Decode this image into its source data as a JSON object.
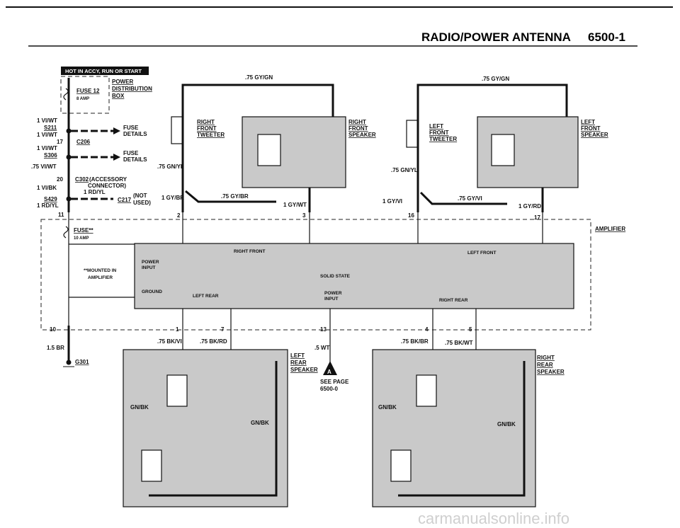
{
  "header": {
    "title": "RADIO/POWER ANTENNA",
    "page": "6500-1"
  },
  "hot_banner": "HOT IN ACCY, RUN OR START",
  "fuse_box": {
    "label1": "POWER",
    "label2": "DISTRIBUTION",
    "label3": "BOX",
    "fuse": "FUSE 12",
    "amp": "8 AMP"
  },
  "left_labels": {
    "w1": "1 VI/WT",
    "s211": "S211",
    "w2": "1 VI/WT",
    "c206_pin": "17",
    "c206": "C206",
    "w3": "1 VI/WT",
    "s306": "S306",
    "w4": ".75 VI/WT",
    "c302_pin": "20",
    "c302": "C302",
    "c302_desc1": "(ACCESSORY",
    "c302_desc2": "CONNECTOR)",
    "w5": "1 VI/BK",
    "w6": "1 RD/YL",
    "s429": "S429",
    "c217": "C217",
    "not1": "(NOT",
    "not2": "USED)",
    "w7": "1 RD/YL",
    "fuse_details1": "FUSE",
    "fuse_details1b": "DETAILS",
    "fuse_details2": "FUSE",
    "fuse_details2b": "DETAILS",
    "pin11": "11",
    "pin10": "10",
    "w_bot": "1.5 BR",
    "ground": "G301"
  },
  "amp_fuse": {
    "fuse": "FUSE**",
    "amp": "10 AMP",
    "note1": "**MOUNTED IN",
    "note2": "AMPLIFIER"
  },
  "amplifier": {
    "label": "AMPLIFIER",
    "right_front": "RIGHT FRONT",
    "left_front": "LEFT FRONT",
    "power_input": "POWER",
    "power_input2": "INPUT",
    "solid_state": "SOLID STATE",
    "ground": "GROUND",
    "left_rear": "LEFT REAR",
    "power_in2a": "POWER",
    "power_in2b": "INPUT",
    "right_rear": "RIGHT REAR"
  },
  "top_pins": {
    "p2": "2",
    "p3": "3",
    "p16": "16",
    "p17": "17"
  },
  "bottom_pins": {
    "p1": "1",
    "p7": "7",
    "p13": "13",
    "p4": "4",
    "p5": "5"
  },
  "rf": {
    "top_wire": ".75 GY/GN",
    "tweeter1": "RIGHT",
    "tweeter2": "FRONT",
    "tweeter3": "TWEETER",
    "spk1": "RIGHT",
    "spk2": "FRONT",
    "spk3": "SPEAKER",
    "w_gnyl": ".75 GN/YL",
    "w_gybr": "1 GY/BR",
    "w_mid": ".75 GY/BR",
    "w_gywt": "1 GY/WT"
  },
  "lf": {
    "top_wire": ".75 GY/GN",
    "tweeter1": "LEFT",
    "tweeter2": "FRONT",
    "tweeter3": "TWEETER",
    "spk1": "LEFT",
    "spk2": "FRONT",
    "spk3": "SPEAKER",
    "w_gnyl": ".75 GN/YL",
    "w_gyvi": "1 GY/VI",
    "w_mid": ".75 GY/VI",
    "w_gyrd": "1 GY/RD"
  },
  "lr": {
    "w1": ".75 BK/VI",
    "w2": ".75 BK/RD",
    "w3": ".5 WT",
    "gnbk1": "GN/BK",
    "gnbk2": "GN/BK",
    "spk1": "LEFT",
    "spk2": "REAR",
    "spk3": "SPEAKER",
    "see1": "SEE PAGE",
    "see2": "6500-0",
    "a": "A"
  },
  "rr": {
    "w1": ".75 BK/BR",
    "w2": ".75 BK/WT",
    "gnbk1": "GN/BK",
    "gnbk2": "GN/BK",
    "spk1": "RIGHT",
    "spk2": "REAR",
    "spk3": "SPEAKER"
  },
  "watermark": "carmanualsonline.info"
}
